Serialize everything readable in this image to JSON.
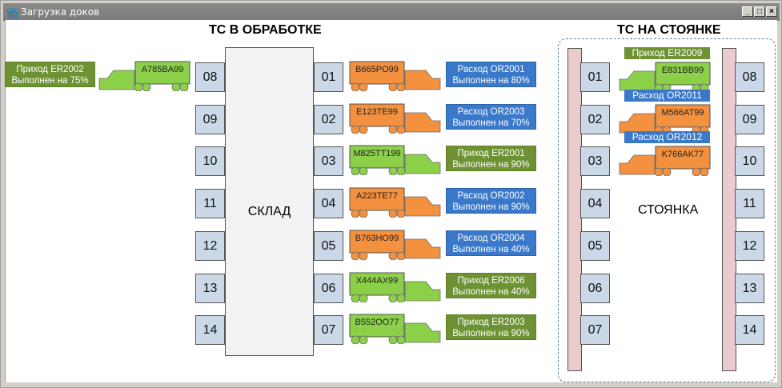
{
  "window": {
    "title": "Загрузка доков",
    "buttons": {
      "minimize": "_",
      "maximize": "□",
      "close": "×"
    }
  },
  "colors": {
    "incoming": "#6e9233",
    "outgoing": "#3a78c9",
    "truck_green": "#8cd04a",
    "truck_orange": "#f4913f",
    "dock": "#cad8e8",
    "rail": "#ebcccc"
  },
  "processing": {
    "title": "ТС В ОБРАБОТКЕ",
    "warehouse_label": "СКЛАД",
    "left_docks": [
      "08",
      "09",
      "10",
      "11",
      "12",
      "13",
      "14"
    ],
    "right_docks": [
      "01",
      "02",
      "03",
      "04",
      "05",
      "06",
      "07"
    ],
    "left_trucks": [
      {
        "dock": "08",
        "plate": "A785BA99",
        "type": "in",
        "status_line1": "Приход ER2002",
        "status_line2": "Выполнен на 75%",
        "progress": 75
      }
    ],
    "right_trucks": [
      {
        "dock": "01",
        "plate": "B665PO99",
        "type": "out",
        "status_line1": "Расход OR2001",
        "status_line2": "Выполнен на 80%",
        "progress": 80
      },
      {
        "dock": "02",
        "plate": "E123TE99",
        "type": "out",
        "status_line1": "Расход OR2003",
        "status_line2": "Выполнен на 70%",
        "progress": 70
      },
      {
        "dock": "03",
        "plate": "M825TT199",
        "type": "in",
        "status_line1": "Приход ER2001",
        "status_line2": "Выполнен на 90%",
        "progress": 90
      },
      {
        "dock": "04",
        "plate": "A223TE77",
        "type": "out",
        "status_line1": "Расход OR2002",
        "status_line2": "Выполнен на 90%",
        "progress": 90
      },
      {
        "dock": "05",
        "plate": "B763HO99",
        "type": "out",
        "status_line1": "Расход OR2004",
        "status_line2": "Выполнен на 40%",
        "progress": 40
      },
      {
        "dock": "06",
        "plate": "X444AX99",
        "type": "in",
        "status_line1": "Приход ER2006",
        "status_line2": "Выполнен на 40%",
        "progress": 40
      },
      {
        "dock": "07",
        "plate": "B552OO77",
        "type": "in",
        "status_line1": "Приход ER2003",
        "status_line2": "Выполнен на 90%",
        "progress": 90
      }
    ]
  },
  "parking": {
    "title": "ТС НА СТОЯНКЕ",
    "area_label": "СТОЯНКА",
    "left_spots": [
      "01",
      "02",
      "03",
      "04",
      "05",
      "06",
      "07"
    ],
    "right_spots": [
      "08",
      "09",
      "10",
      "11",
      "12",
      "13",
      "14"
    ],
    "trucks": [
      {
        "spot": "01",
        "plate": "E831BB99",
        "type": "in",
        "label": "Приход ER2009"
      },
      {
        "spot": "02",
        "plate": "M566AT99",
        "type": "out",
        "label": "Расход OR2011"
      },
      {
        "spot": "03",
        "plate": "K766AK77",
        "type": "out",
        "label": "Расход OR2012"
      }
    ]
  }
}
